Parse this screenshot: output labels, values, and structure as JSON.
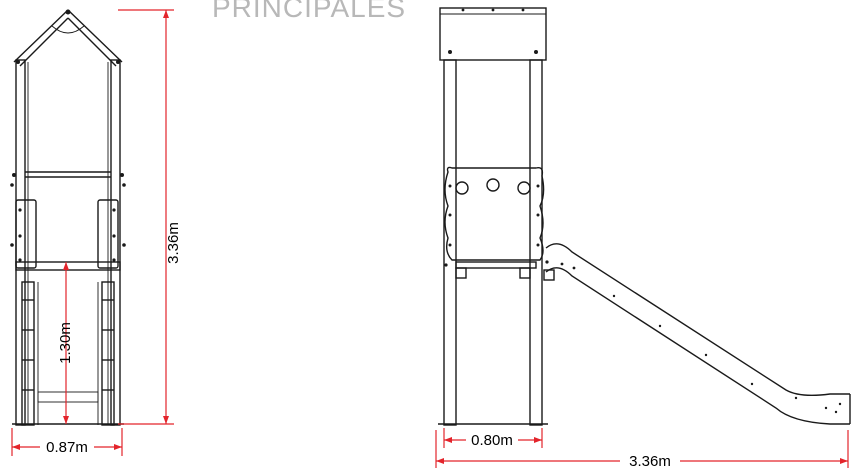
{
  "heading": "PRINCIPALES",
  "dimensions": {
    "front_total_height": "3.36m",
    "front_platform_height": "1.30m",
    "front_width": "0.87m",
    "side_tower_width": "0.80m",
    "side_total_length": "3.36m"
  },
  "colors": {
    "dimension_line": "#e3242b",
    "drawing_line": "#1a1a1a",
    "heading": "#b8b8b8"
  }
}
